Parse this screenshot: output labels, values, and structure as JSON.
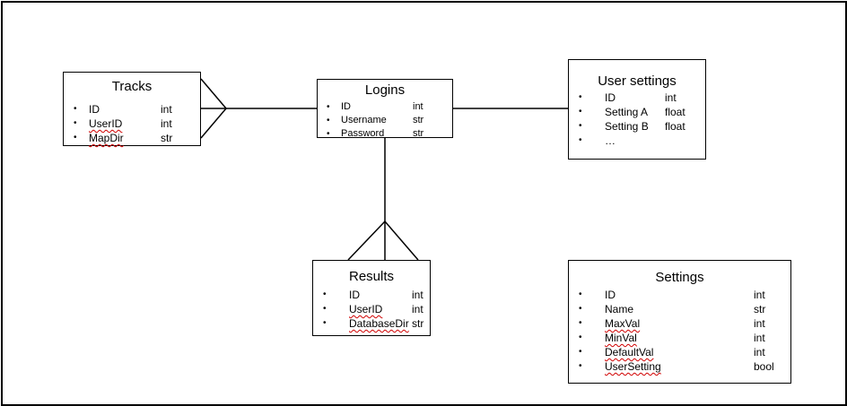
{
  "entities": {
    "tracks": {
      "title": "Tracks",
      "fields": [
        {
          "name": "ID",
          "type": "int"
        },
        {
          "name": "UserID",
          "type": "int"
        },
        {
          "name": "MapDir",
          "type": "str"
        }
      ]
    },
    "logins": {
      "title": "Logins",
      "fields": [
        {
          "name": "ID",
          "type": "int"
        },
        {
          "name": "Username",
          "type": "str"
        },
        {
          "name": "Password",
          "type": "str"
        }
      ]
    },
    "user_settings": {
      "title": "User settings",
      "fields": [
        {
          "name": "ID",
          "type": "int"
        },
        {
          "name": "Setting A",
          "type": "float"
        },
        {
          "name": "Setting B",
          "type": "float"
        },
        {
          "name": "…",
          "type": ""
        }
      ]
    },
    "results": {
      "title": "Results",
      "fields": [
        {
          "name": "ID",
          "type": "int"
        },
        {
          "name": "UserID",
          "type": "int"
        },
        {
          "name": "DatabaseDir",
          "type": "str"
        }
      ]
    },
    "settings": {
      "title": "Settings",
      "fields": [
        {
          "name": "ID",
          "type": "int"
        },
        {
          "name": "Name",
          "type": "str"
        },
        {
          "name": "MaxVal",
          "type": "int"
        },
        {
          "name": "MinVal",
          "type": "int"
        },
        {
          "name": "DefaultVal",
          "type": "int"
        },
        {
          "name": "UserSetting",
          "type": "bool"
        }
      ]
    }
  },
  "bullet_glyph": "•",
  "relationships": [
    {
      "from": "logins",
      "to": "tracks",
      "cardinality": "one-to-many"
    },
    {
      "from": "logins",
      "to": "user_settings",
      "cardinality": "one-to-one"
    },
    {
      "from": "logins",
      "to": "results",
      "cardinality": "one-to-many"
    }
  ],
  "colors": {
    "line": "#000000",
    "spellcheck_underline": "#d00000",
    "background": "#ffffff"
  }
}
